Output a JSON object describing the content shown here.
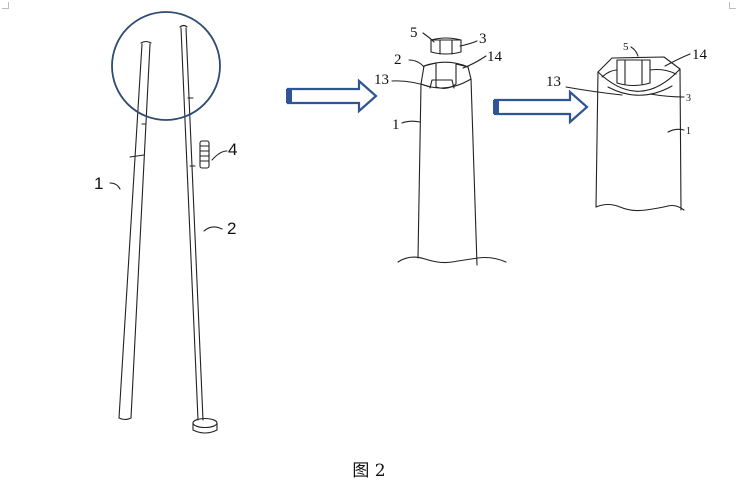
{
  "figure": {
    "caption": "图 2",
    "part_numbers": {
      "shaft": "1",
      "shaft_mid": "1",
      "shaft_right": "1",
      "inner_rod": "2",
      "inner_rod_mid": "2",
      "spring": "4",
      "top_piece": "5",
      "top_piece_right": "5",
      "cap_mid": "3",
      "cap_right": "3",
      "notch_mid": "14",
      "notch_right": "14",
      "ledge_mid": "13",
      "ledge_right": "13"
    },
    "colors": {
      "line": "#222222",
      "arrow": "#2f5497",
      "circle": "#2f4a73"
    }
  }
}
